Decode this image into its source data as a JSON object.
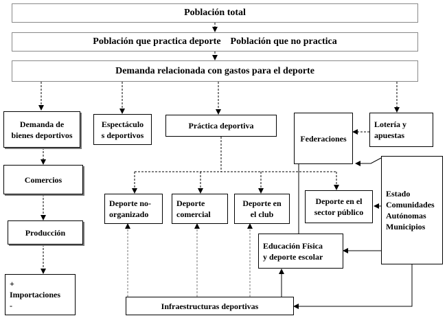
{
  "diagram": {
    "poblacion_total": "Población total",
    "practica_line": "Población que practica deporte    Población que no practica",
    "demanda": "Demanda relacionada con gastos para el deporte",
    "demanda_bienes": [
      "Demanda de",
      "bienes deportivos"
    ],
    "espectaculos": [
      "Espectáculo",
      "s deportivos"
    ],
    "practica_deportiva": "Práctica deportiva",
    "loteria": [
      "Lotería y",
      "apuestas"
    ],
    "federaciones": "Federaciones",
    "comercios": "Comercios",
    "produccion": "Producción",
    "importaciones": [
      "+",
      "Importaciones",
      "-"
    ],
    "deporte_no_organizado": [
      "Deporte no-",
      "organizado"
    ],
    "deporte_comercial": [
      "Deporte",
      "comercial"
    ],
    "deporte_club": [
      "Deporte en",
      "el club"
    ],
    "deporte_publico": [
      "Deporte en el",
      "sector público"
    ],
    "estado": [
      "Estado",
      "Comunidades",
      "Autónomas",
      "Municipios"
    ],
    "educacion": [
      "Educación Física",
      "y deporte escolar"
    ],
    "infraestructuras": "Infraestructuras deportivas"
  }
}
